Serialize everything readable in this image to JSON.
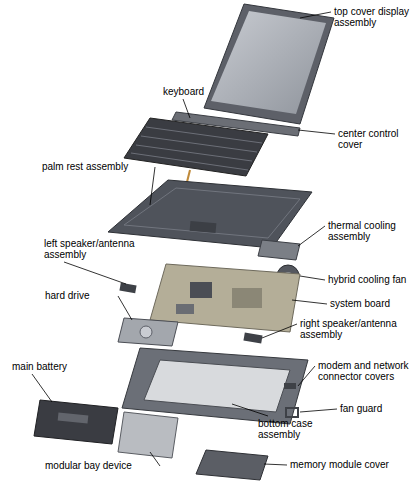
{
  "diagram": {
    "labels": [
      "top cover display assembly",
      "keyboard",
      "center control cover",
      "palm rest assembly",
      "thermal cooling assembly",
      "left speaker/antenna assembly",
      "hybrid cooling fan",
      "hard drive",
      "system board",
      "right speaker/antenna assembly",
      "main battery",
      "modem and network connector covers",
      "fan guard",
      "bottom case assembly",
      "modular bay device",
      "memory module cover"
    ]
  }
}
